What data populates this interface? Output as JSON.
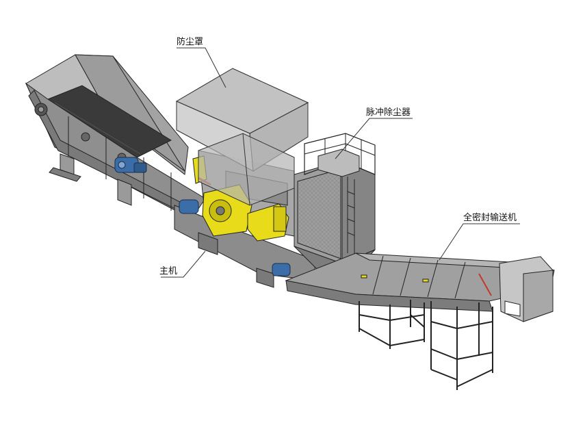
{
  "labels": {
    "dust_cover": "防尘罩",
    "pulse_collector": "脉冲除尘器",
    "sealed_conveyor": "全密封输送机",
    "main_machine": "主机"
  },
  "colors": {
    "line": "#222222",
    "frame": "#9a9a9a",
    "frame_dark": "#6e6e6e",
    "belt": "#3a3a3a",
    "hood": "#b9b9b9",
    "crusher_yellow": "#e8dc1a",
    "motor_blue": "#3b6ea8"
  }
}
